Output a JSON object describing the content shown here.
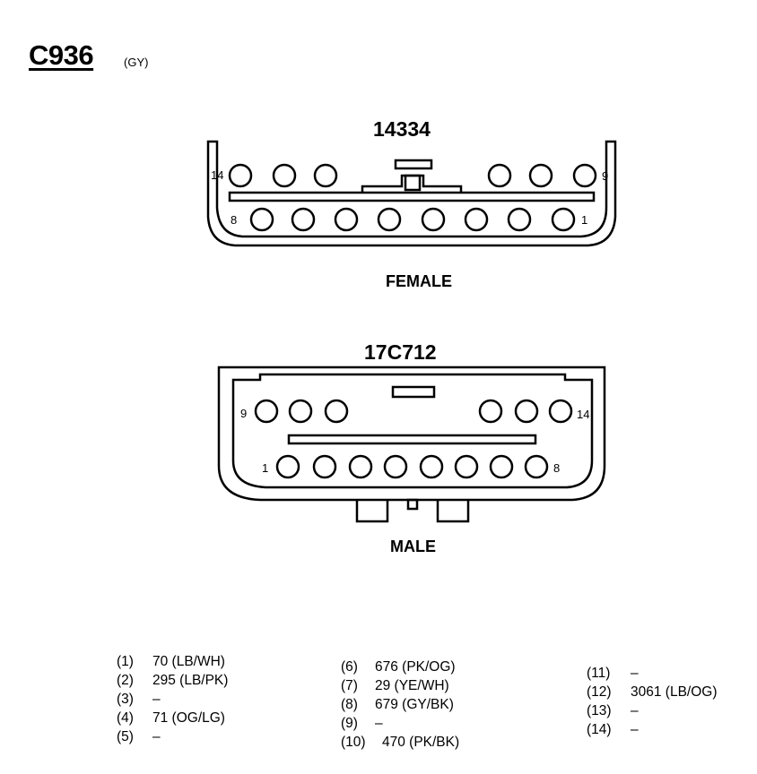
{
  "connector": {
    "id": "C936",
    "color_code": "(GY)"
  },
  "female": {
    "part_number": "14334",
    "label": "FEMALE",
    "pin_labels": {
      "top_left": "14",
      "top_right": "9",
      "bottom_left": "8",
      "bottom_right": "1"
    }
  },
  "male": {
    "part_number": "17C712",
    "label": "MALE",
    "pin_labels": {
      "top_left": "9",
      "top_right": "14",
      "bottom_left": "1",
      "bottom_right": "8"
    }
  },
  "pinout": {
    "col1": [
      {
        "pin": "(1)",
        "circuit": "70 (LB/WH)"
      },
      {
        "pin": "(2)",
        "circuit": "295 (LB/PK)"
      },
      {
        "pin": "(3)",
        "circuit": "–"
      },
      {
        "pin": "(4)",
        "circuit": "71 (OG/LG)"
      },
      {
        "pin": "(5)",
        "circuit": "–"
      }
    ],
    "col2": [
      {
        "pin": "(6)",
        "circuit": "676 (PK/OG)"
      },
      {
        "pin": "(7)",
        "circuit": "29 (YE/WH)"
      },
      {
        "pin": "(8)",
        "circuit": "679 (GY/BK)"
      },
      {
        "pin": "(9)",
        "circuit": "–"
      },
      {
        "pin": "(10)",
        "circuit": "470 (PK/BK)"
      }
    ],
    "col3": [
      {
        "pin": "(11)",
        "circuit": "–"
      },
      {
        "pin": "(12)",
        "circuit": "3061 (LB/OG)"
      },
      {
        "pin": "(13)",
        "circuit": "–"
      },
      {
        "pin": "(14)",
        "circuit": "–"
      }
    ]
  }
}
